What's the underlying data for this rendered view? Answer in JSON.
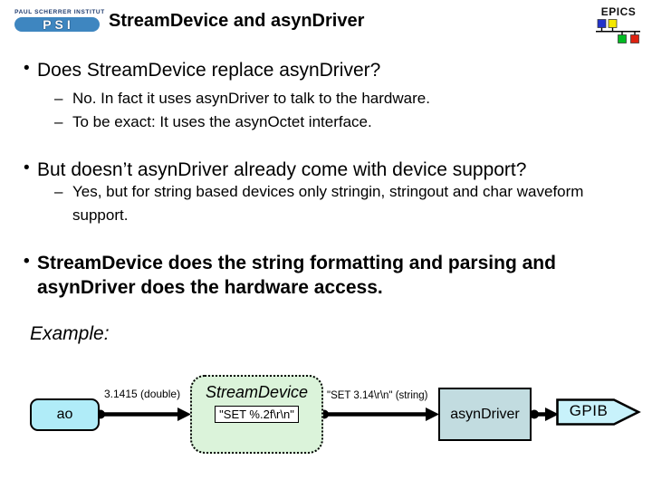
{
  "header": {
    "title": "StreamDevice and asynDriver",
    "psi": {
      "institute": "PAUL SCHERRER INSTITUT",
      "acronym": "PSI"
    },
    "epics": {
      "label": "EPICS"
    }
  },
  "markers": {
    "bullet": "•",
    "dash": "–"
  },
  "content": {
    "bullet1": "Does StreamDevice replace asynDriver?",
    "sub1a": "No. In fact it uses asynDriver to talk to the hardware.",
    "sub1b": "To be exact: It uses the asynOctet interface.",
    "bullet2": "But doesn’t asynDriver already come with device support?",
    "sub2": "Yes, but for string based devices only stringin, stringout and char waveform support.",
    "bullet3": "StreamDevice does the string formatting and parsing and asynDriver does the hardware access.",
    "example_label": "Example:"
  },
  "diagram": {
    "ao": "ao",
    "arrow1_label": "3.1415 (double)",
    "stream_title": "StreamDevice",
    "stream_format": "\"SET %.2f\\r\\n\"",
    "arrow2_label": "\"SET 3.14\\r\\n\" (string)",
    "asyn": "asynDriver",
    "gpib": "GPIB"
  },
  "colors": {
    "ao_fill": "#b0ecf8",
    "stream_fill": "#dbf3da",
    "asyn_fill": "#c2dce0",
    "gpib_fill": "#c8f2fb",
    "psi_blue": "#3e86c0",
    "epics_blue": "#2233cc",
    "epics_yellow": "#f5e800",
    "epics_green": "#00bb22",
    "epics_red": "#dd2211"
  }
}
